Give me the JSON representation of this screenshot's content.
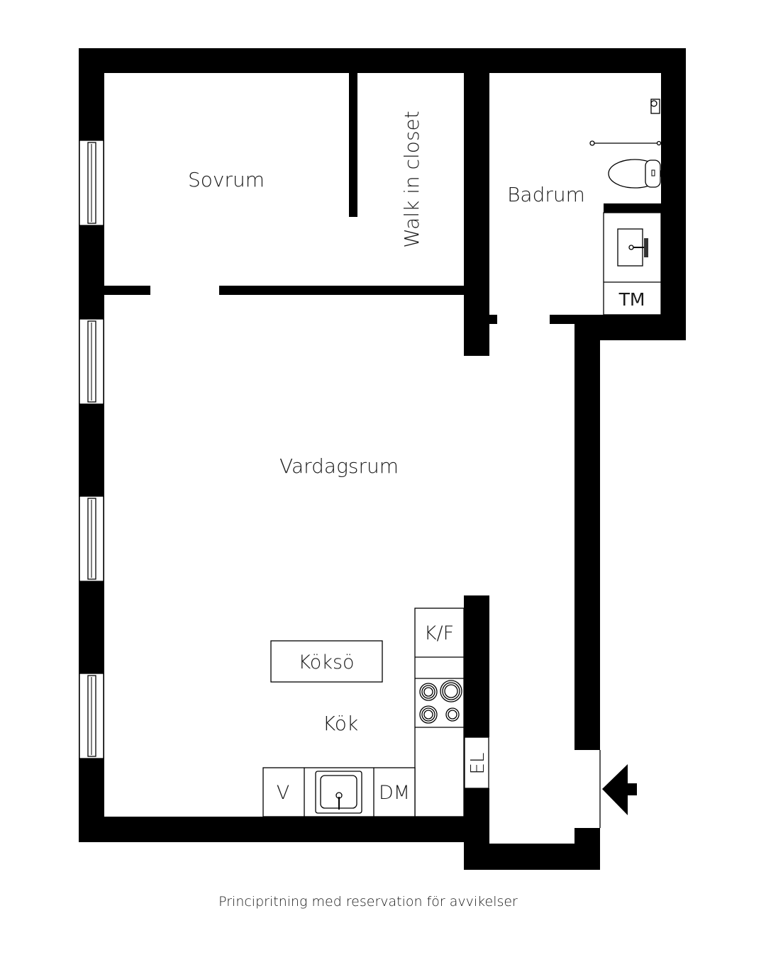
{
  "rooms": {
    "sovrum": "Sovrum",
    "walk_in_closet": "Walk in closet",
    "badrum": "Badrum",
    "vardagsrum": "Vardagsrum",
    "kok": "Kök",
    "koksoe": "Köksö"
  },
  "fixtures": {
    "tm": "TM",
    "kf": "K/F",
    "el": "EL",
    "v": "V",
    "dm": "DM"
  },
  "icons": {
    "entrance": "entrance-arrow-icon",
    "toilet": "toilet-icon",
    "sink": "sink-icon",
    "stove": "stove-icon",
    "shower": "shower-icon"
  },
  "footer": "Principritning med reservation för avvikelser",
  "colors": {
    "wall": "#000000",
    "background": "#ffffff"
  }
}
